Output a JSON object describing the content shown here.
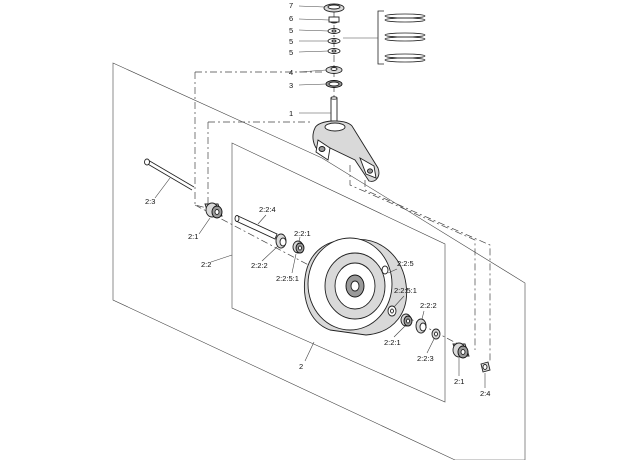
{
  "callouts": {
    "c7": "7",
    "c6": "6",
    "c5a": "5",
    "c5b": "5",
    "c5c": "5",
    "c4": "4",
    "c3": "3",
    "c1": "1",
    "c2_3": "2:3",
    "c2_1_left": "2:1",
    "c2_2_4": "2:2:4",
    "c2_2_1_top": "2:2:1",
    "c2_2": "2:2",
    "c2_2_2_left": "2:2:2",
    "c2_2_5_1_left": "2:2:5:1",
    "c2_2_5": "2:2:5",
    "c2_2_5_1_right": "2:2:5:1",
    "c2_2_2_right": "2:2:2",
    "c2_2_1_bottom": "2:2:1",
    "c2_2_3": "2:2:3",
    "c2": "2",
    "c2_1_right": "2:1",
    "c2_4": "2:4"
  }
}
